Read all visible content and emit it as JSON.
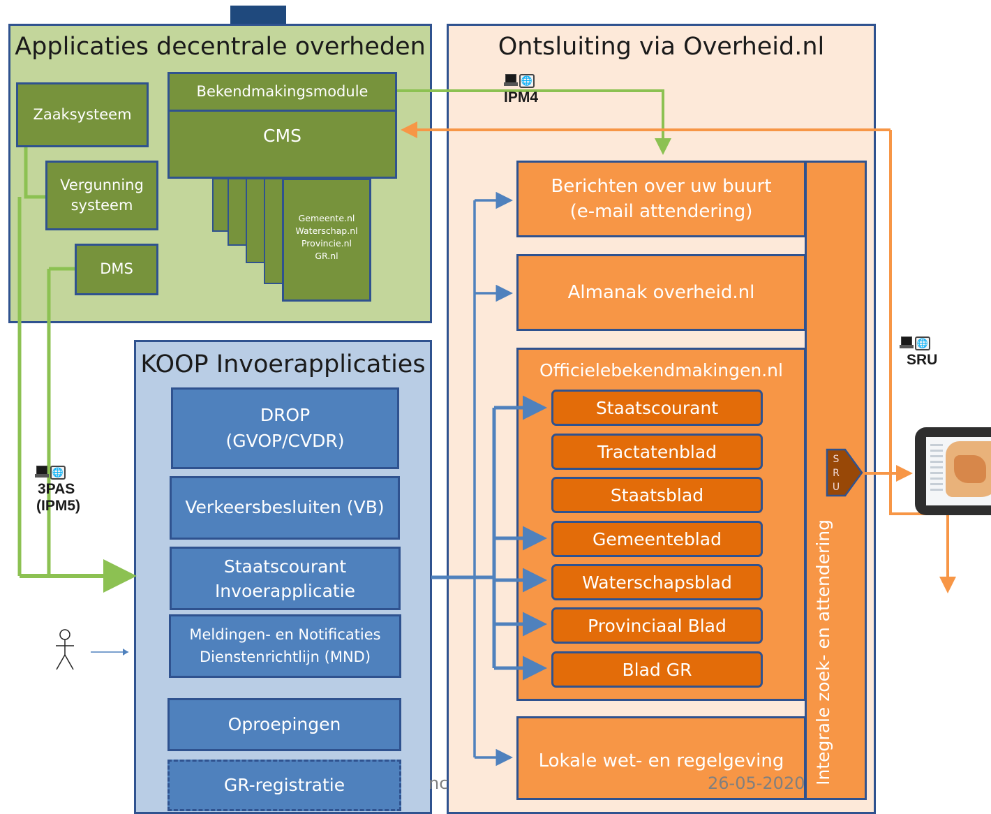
{
  "regions": {
    "decentral": {
      "title": "Applicaties decentrale overheden"
    },
    "overheid": {
      "title": "Ontsluiting via Overheid.nl"
    },
    "koop": {
      "title": "KOOP Invoerapplicaties"
    }
  },
  "decentral_apps": {
    "zaaksysteem": "Zaaksysteem",
    "vergunning_line1": "Vergunning",
    "vergunning_line2": "systeem",
    "dms": "DMS",
    "bekendmakingsmodule": "Bekendmakingsmodule",
    "cms": "CMS",
    "site_stack": [
      "Gemeente.nl",
      "Waterschap.nl",
      "Provincie.nl",
      "GR.nl"
    ]
  },
  "koop_apps": [
    {
      "line1": "DROP",
      "line2": "(GVOP/CVDR)"
    },
    {
      "line1": "Verkeersbesluiten (VB)",
      "line2": ""
    },
    {
      "line1": "Staatscourant",
      "line2": "Invoerapplicatie"
    },
    {
      "line1": "Meldingen- en Notificaties",
      "line2": "Dienstenrichtlijn (MND)"
    },
    {
      "line1": "Oproepingen",
      "line2": ""
    },
    {
      "line1": "GR-registratie",
      "line2": ""
    }
  ],
  "overheid_services": {
    "berichten_line1": "Berichten over uw buurt",
    "berichten_line2": "(e-mail attendering)",
    "almanak": "Almanak overheid.nl",
    "officiele": "Officielebekendmakingen.nl",
    "lokale": "Lokale wet- en regelgeving",
    "integrale": "Integrale zoek- en attendering",
    "sru_letters": [
      "S",
      "R",
      "U"
    ]
  },
  "publications": [
    "Staatscourant",
    "Tractatenblad",
    "Staatsblad",
    "Gemeenteblad",
    "Waterschapsblad",
    "Provinciaal Blad",
    "Blad GR"
  ],
  "protocols": {
    "ipm4": "IPM4",
    "sru": "SRU",
    "pas_line1": "3PAS",
    "pas_line2": "(IPM5)"
  },
  "footer": {
    "date": "26-05-2020",
    "clipped_text": "nc"
  },
  "icons": {
    "protocol": [
      "laptop-icon",
      "globe-folder-icon"
    ],
    "actor": "person-icon",
    "device": "tablet-icon"
  },
  "colors": {
    "green_fill": "#77933c",
    "green_region": "#c3d69b",
    "blue_fill": "#4f81bd",
    "blue_region": "#b9cde5",
    "orange_fill": "#f79646",
    "orange_dark": "#e36c09",
    "orange_region": "#fde9d9",
    "border": "#2f528f",
    "green_arrow": "#8cc152",
    "blue_arrow": "#4f81bd",
    "orange_arrow": "#f79646"
  }
}
